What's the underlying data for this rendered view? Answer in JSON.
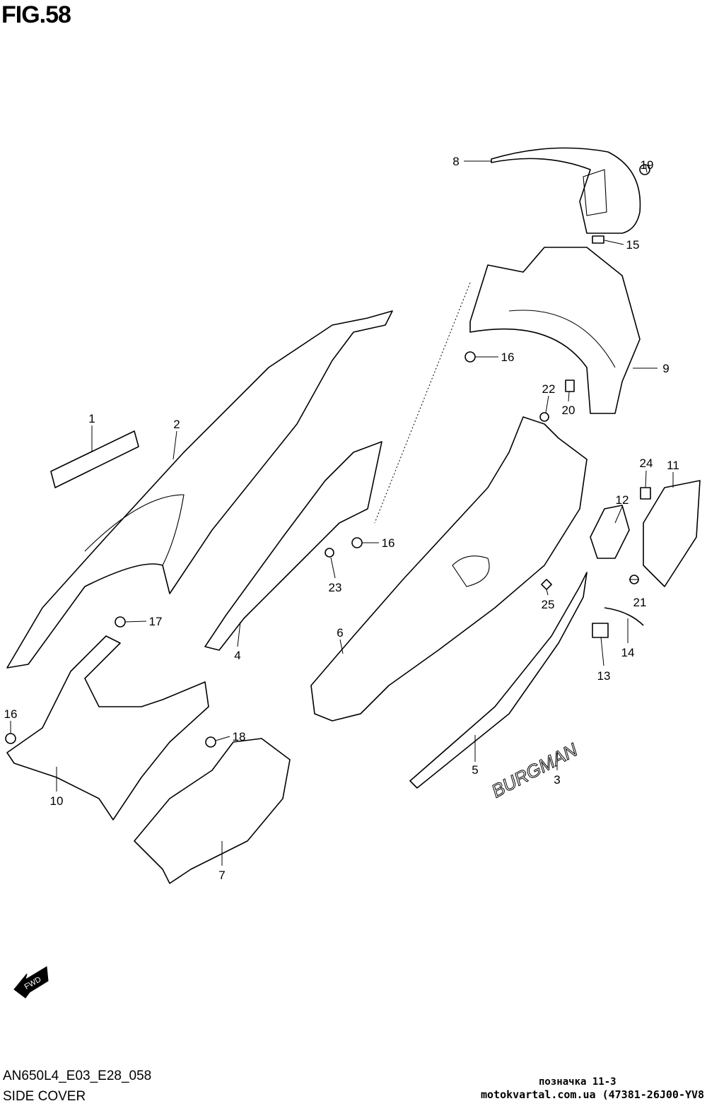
{
  "figure": {
    "title": "FIG.58",
    "code": "AN650L4_E03_E28_058",
    "name": "SIDE COVER"
  },
  "fwd_label": "FWD",
  "footer": {
    "note": "позначка 11-3",
    "source": "motokvartal.com.ua (47381-26J00-YV8"
  },
  "callouts": [
    "1",
    "2",
    "3",
    "4",
    "5",
    "6",
    "7",
    "8",
    "9",
    "10",
    "11",
    "12",
    "13",
    "14",
    "15",
    "16",
    "16",
    "16",
    "17",
    "18",
    "19",
    "20",
    "21",
    "22",
    "23",
    "24",
    "25"
  ],
  "emblem_text": "BURGMAN"
}
